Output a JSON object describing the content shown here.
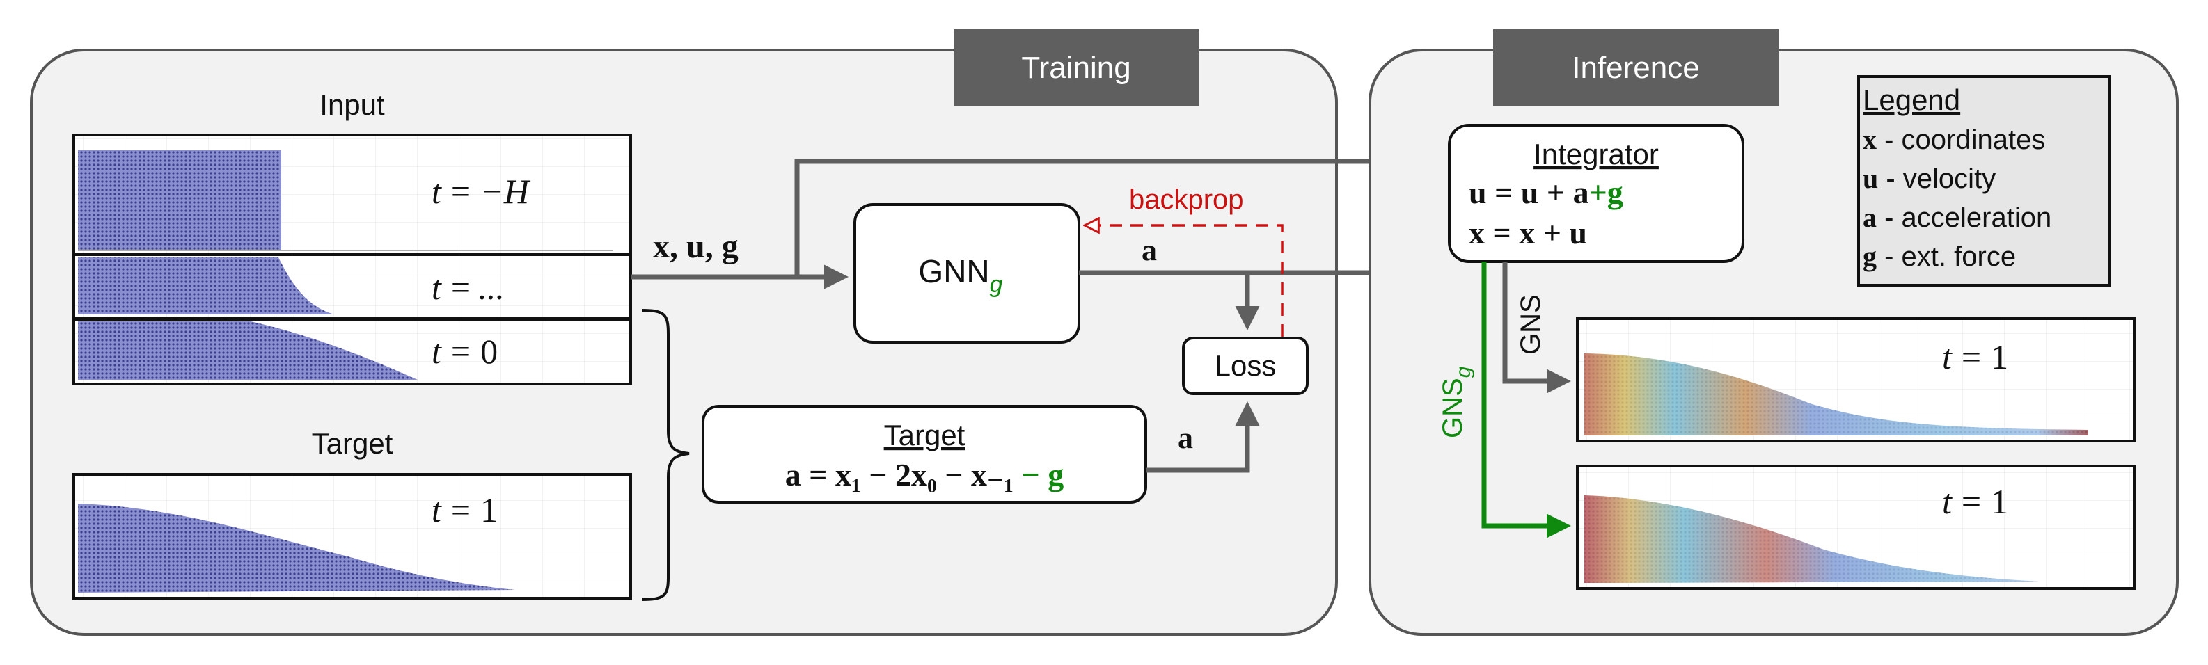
{
  "training": {
    "header": "Training",
    "input_label": "Input",
    "target_label": "Target",
    "frames": [
      {
        "var": "t",
        "eq": "=",
        "val": "−H"
      },
      {
        "var": "t",
        "eq": "=",
        "val": "..."
      },
      {
        "var": "t",
        "eq": "=",
        "val": "0"
      }
    ],
    "target_frame": {
      "var": "t",
      "eq": "=",
      "val": "1"
    },
    "input_arrow_label": "x, u, g",
    "gnn": {
      "name": "GNN",
      "sub": "g"
    },
    "output_label": "a",
    "backprop_label": "backprop",
    "loss_label": "Loss",
    "target_box": {
      "title": "Target",
      "formula": "a = x₁ − 2x₀ − x₋₁",
      "formula_extra": " − g"
    },
    "target_out_label": "a"
  },
  "inference": {
    "header": "Inference",
    "integrator": {
      "title": "Integrator",
      "line1": "u = u + a",
      "line1_extra": "+g",
      "line2": "x = x + u"
    },
    "legend": {
      "title": "Legend",
      "items": [
        {
          "sym": "x",
          "desc": " - coordinates"
        },
        {
          "sym": "u",
          "desc": " - velocity"
        },
        {
          "sym": "a",
          "desc": " - acceleration"
        },
        {
          "sym": "g",
          "desc": " - ext. force"
        }
      ]
    },
    "gns_label": "GNS",
    "gns_g_label": {
      "name": "GNS",
      "sub": "g"
    },
    "outputs": [
      {
        "var": "t",
        "eq": "=",
        "val": "1"
      },
      {
        "var": "t",
        "eq": "=",
        "val": "1"
      }
    ]
  },
  "colors": {
    "panel_fill": "#f2f2f2",
    "panel_stroke": "#555555",
    "header_fill": "#5f5f5f",
    "arrow_gray": "#5f5f5f",
    "green": "#0f8a0f",
    "red": "#cc1111",
    "particle": "#5a5fb0"
  }
}
